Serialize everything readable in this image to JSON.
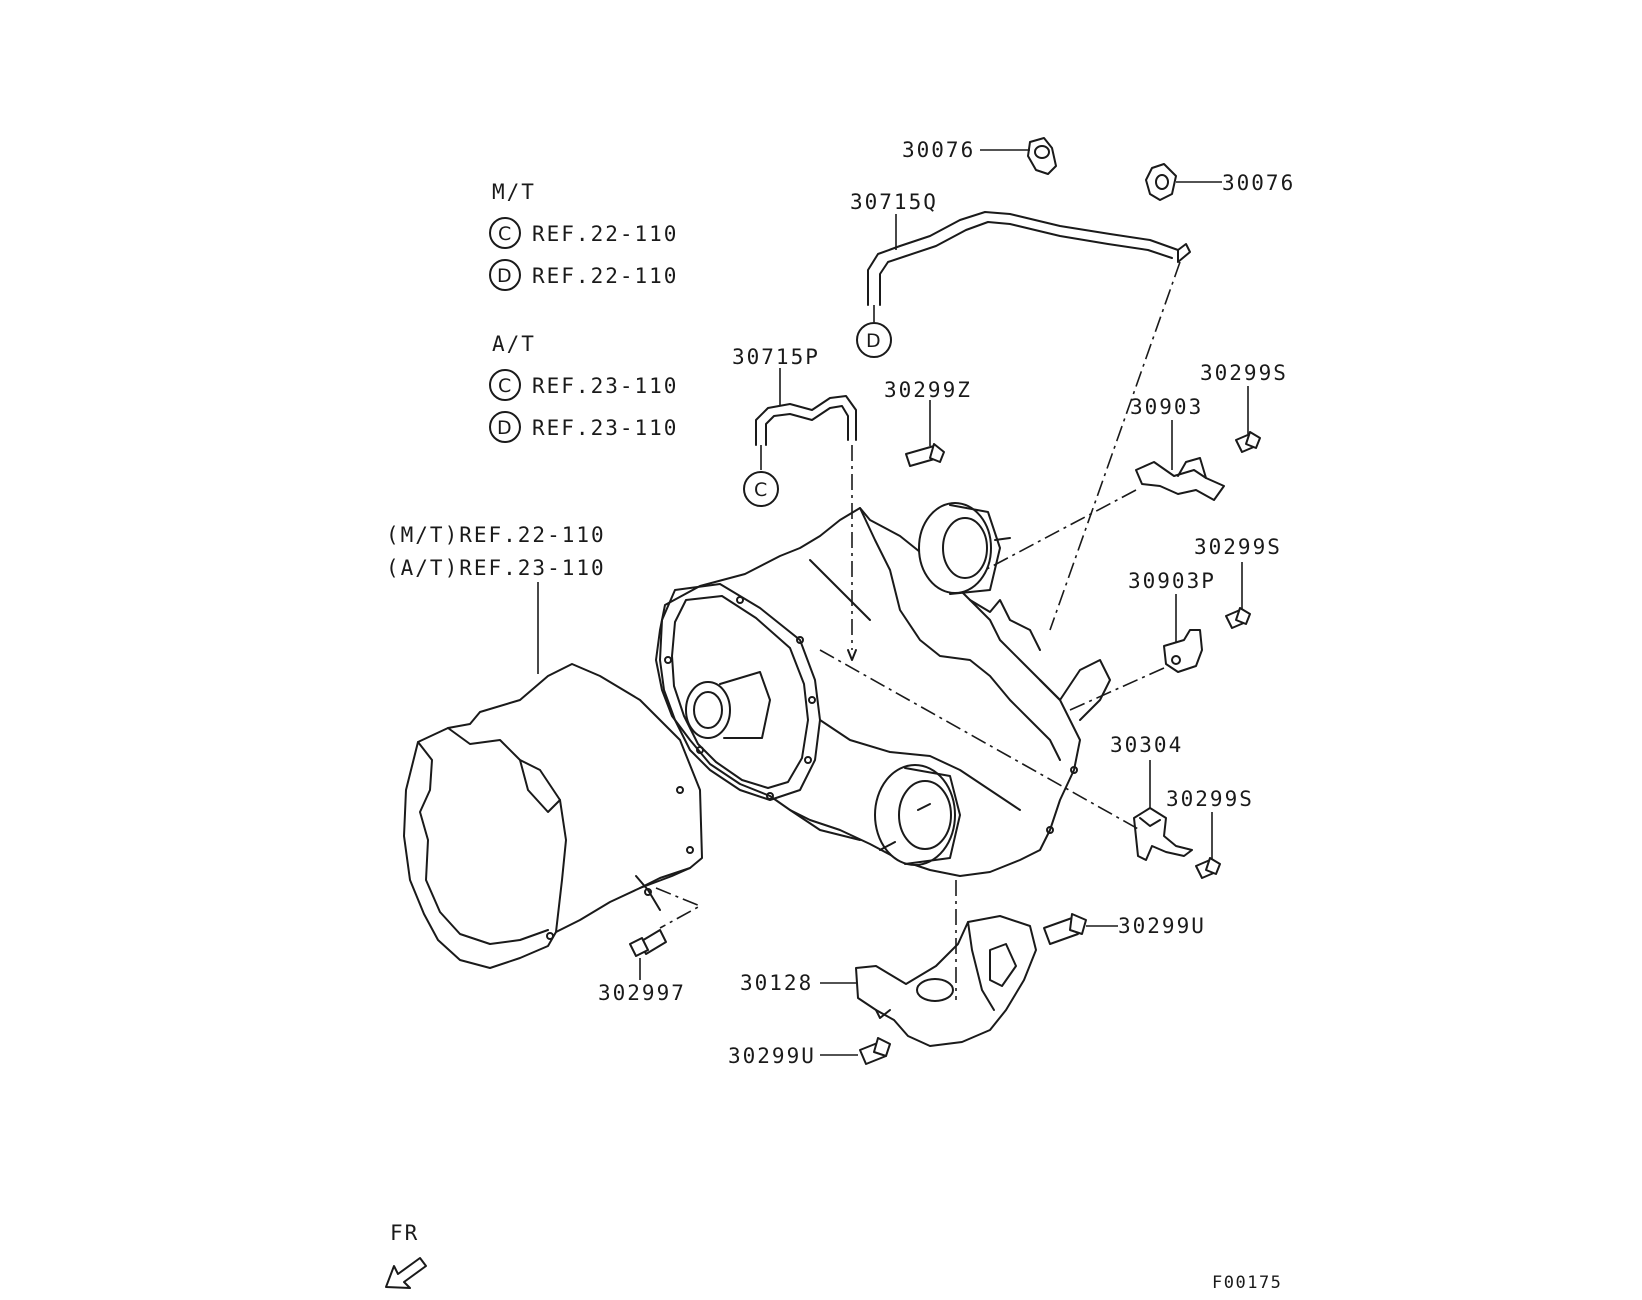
{
  "legend": {
    "mt_heading": "M/T",
    "mt_items": [
      {
        "letter": "C",
        "ref": "REF.22-110"
      },
      {
        "letter": "D",
        "ref": "REF.22-110"
      }
    ],
    "at_heading": "A/T",
    "at_items": [
      {
        "letter": "C",
        "ref": "REF.23-110"
      },
      {
        "letter": "D",
        "ref": "REF.23-110"
      }
    ]
  },
  "transmission_ref": {
    "line1": "(M/T)REF.22-110",
    "line2": "(A/T)REF.23-110"
  },
  "parts": {
    "p30076_a": "30076",
    "p30076_b": "30076",
    "p30715q": "30715Q",
    "p30715p": "30715P",
    "p30299z": "30299Z",
    "p30299s_a": "30299S",
    "p30903": "30903",
    "p30299s_b": "30299S",
    "p30903p": "30903P",
    "p30304": "30304",
    "p30299s_c": "30299S",
    "p30299u_a": "30299U",
    "p30128": "30128",
    "p30299u_b": "30299U",
    "p302997": "302997"
  },
  "connectors": {
    "d": "D",
    "c": "C"
  },
  "direction": {
    "label": "FR",
    "icon": "front-direction-arrow-icon"
  },
  "figure_code": "F00175"
}
